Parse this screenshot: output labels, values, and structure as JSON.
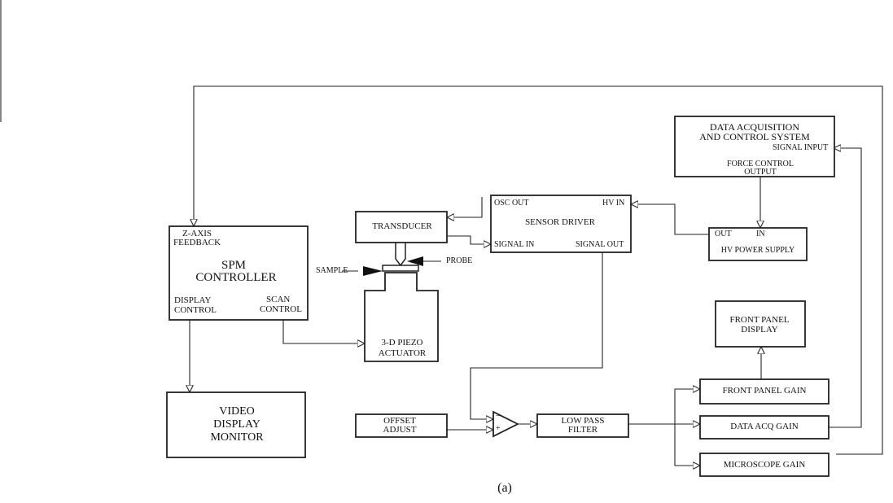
{
  "diagram": {
    "blocks": {
      "daq_title_1": "DATA ACQUISITION",
      "daq_title_2": "AND CONTROL SYSTEM",
      "daq_signal_input": "SIGNAL INPUT",
      "daq_force_1": "FORCE CONTROL",
      "daq_force_2": "OUTPUT",
      "hv_out": "OUT",
      "hv_in": "IN",
      "hv_title": "HV POWER SUPPLY",
      "sd_osc_out": "OSC OUT",
      "sd_hv_in": "HV IN",
      "sd_title": "SENSOR DRIVER",
      "sd_signal_in": "SIGNAL IN",
      "sd_signal_out": "SIGNAL OUT",
      "transducer": "TRANSDUCER",
      "sample": "SAMPLE",
      "probe": "PROBE",
      "piezo_1": "3-D PIEZO",
      "piezo_2": "ACTUATOR",
      "spm_zaxis_1": "Z-AXIS",
      "spm_zaxis_2": "FEEDBACK",
      "spm_title_1": "SPM",
      "spm_title_2": "CONTROLLER",
      "spm_display_1": "DISPLAY",
      "spm_display_2": "CONTROL",
      "spm_scan_1": "SCAN",
      "spm_scan_2": "CONTROL",
      "video_1": "VIDEO",
      "video_2": "DISPLAY",
      "video_3": "MONITOR",
      "offset_1": "OFFSET",
      "offset_2": "ADJUST",
      "lpf_1": "LOW PASS",
      "lpf_2": "FILTER",
      "fp_display_1": "FRONT PANEL",
      "fp_display_2": "DISPLAY",
      "fp_gain": "FRONT PANEL GAIN",
      "daq_gain": "DATA ACQ GAIN",
      "mic_gain": "MICROSCOPE GAIN",
      "amp_minus": "−",
      "amp_plus": "+"
    },
    "caption": "(a)"
  }
}
